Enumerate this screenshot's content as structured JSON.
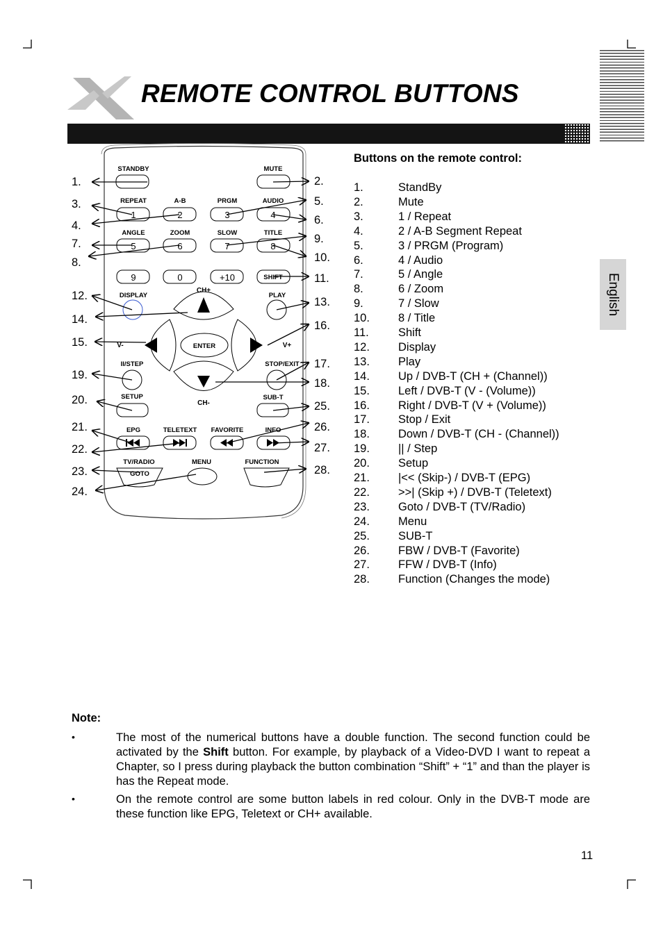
{
  "header": {
    "title": "REMOTE CONTROL BUTTONS",
    "language_tab": "English"
  },
  "remote": {
    "labels": {
      "standby": "STANDBY",
      "mute": "MUTE",
      "repeat": "REPEAT",
      "ab": "A-B",
      "prgm": "PRGM",
      "audio": "AUDIO",
      "angle": "ANGLE",
      "zoom": "ZOOM",
      "slow": "SLOW",
      "title": "TITLE",
      "display": "DISPLAY",
      "chplus": "CH+",
      "play": "PLAY",
      "vminus": "V-",
      "enter": "ENTER",
      "vplus": "V+",
      "step": "II/STEP",
      "stopexit": "STOP/EXIT",
      "setup": "SETUP",
      "chminus": "CH-",
      "subt": "SUB-T",
      "epg": "EPG",
      "teletext": "TELETEXT",
      "favorite": "FAVORITE",
      "info": "INFO",
      "tvradio": "TV/RADIO",
      "goto": "GOTO",
      "menu": "MENU",
      "function": "FUNCTION"
    },
    "keys": {
      "k1": "1",
      "k2": "2",
      "k3": "3",
      "k4": "4",
      "k5": "5",
      "k6": "6",
      "k7": "7",
      "k8": "8",
      "k9": "9",
      "k0": "0",
      "kplus10": "+10",
      "kshift": "SHIFT"
    },
    "left_callouts": [
      "1.",
      "3.",
      "4.",
      "7.",
      "8.",
      "12.",
      "14.",
      "15.",
      "19.",
      "20.",
      "21.",
      "22.",
      "23.",
      "24."
    ],
    "right_callouts": [
      "2.",
      "5.",
      "6.",
      "9.",
      "10.",
      "11.",
      "13.",
      "16.",
      "17.",
      "18.",
      "25.",
      "26.",
      "27.",
      "28."
    ]
  },
  "button_list": {
    "heading": "Buttons on the remote control:",
    "items": [
      {
        "num": "1.",
        "text": "StandBy"
      },
      {
        "num": "2.",
        "text": "Mute"
      },
      {
        "num": "3.",
        "text": "1 / Repeat"
      },
      {
        "num": "4.",
        "text": "2 / A-B Segment Repeat"
      },
      {
        "num": "5.",
        "text": "3 / PRGM (Program)"
      },
      {
        "num": "6.",
        "text": "4 / Audio"
      },
      {
        "num": "7.",
        "text": "5 / Angle"
      },
      {
        "num": "8.",
        "text": "6 / Zoom"
      },
      {
        "num": "9.",
        "text": "7 / Slow"
      },
      {
        "num": "10.",
        "text": "8 / Title"
      },
      {
        "num": "11.",
        "text": "Shift"
      },
      {
        "num": "12.",
        "text": "Display"
      },
      {
        "num": "13.",
        "text": "Play"
      },
      {
        "num": "14.",
        "text": "Up / DVB-T (CH + (Channel))"
      },
      {
        "num": "15.",
        "text": "Left / DVB-T (V - (Volume))"
      },
      {
        "num": "16.",
        "text": "Right / DVB-T (V + (Volume))"
      },
      {
        "num": "17.",
        "text": "Stop / Exit"
      },
      {
        "num": "18.",
        "text": "Down / DVB-T (CH - (Channel))"
      },
      {
        "num": "19.",
        "text": "|| / Step"
      },
      {
        "num": "20.",
        "text": "Setup"
      },
      {
        "num": "21.",
        "text": "|<< (Skip-) / DVB-T (EPG)"
      },
      {
        "num": "22.",
        "text": ">>| (Skip +) / DVB-T (Teletext)"
      },
      {
        "num": "23.",
        "text": "Goto / DVB-T (TV/Radio)"
      },
      {
        "num": "24.",
        "text": "Menu"
      },
      {
        "num": "25.",
        "text": "SUB-T"
      },
      {
        "num": "26.",
        "text": "FBW / DVB-T (Favorite)"
      },
      {
        "num": "27.",
        "text": "FFW / DVB-T (Info)"
      },
      {
        "num": "28.",
        "text": "Function (Changes the mode)"
      }
    ]
  },
  "note": {
    "label": "Note:",
    "bullet": "•",
    "p1_before": "The most of the numerical buttons have a double function. The second function could be activated by the ",
    "p1_bold": "Shift",
    "p1_after": " button. For example, by playback of a Video-DVD I want to repeat a Chapter, so I press during playback the button combination “Shift” + “1” and than the player is has the Repeat mode.",
    "p2": "On the remote control are some button labels in red colour. Only in the DVB-T mode are these function like EPG, Teletext or CH+ available."
  },
  "footer": {
    "page_number": "11"
  }
}
